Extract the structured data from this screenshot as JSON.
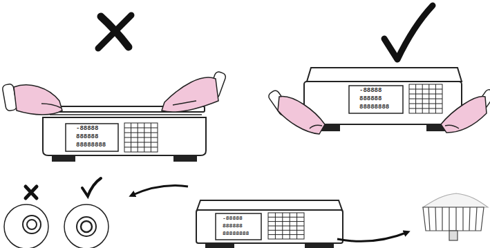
{
  "diagram": {
    "labels": [
      "-88888",
      "888888",
      "88888888",
      "-88888",
      "888888",
      "88888888",
      "-88888",
      "888888",
      "88888888"
    ]
  }
}
